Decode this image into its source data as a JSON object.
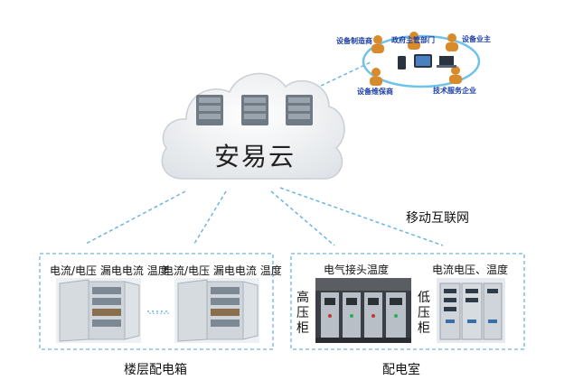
{
  "cloud": {
    "title": "安易云"
  },
  "network": {
    "label": "移动互联网"
  },
  "stakeholders": {
    "manufacturer": "设备制造商",
    "government": "政府主管部门",
    "owner": "设备业主",
    "maintenance": "设备维保商",
    "tech_service": "技术服务企业"
  },
  "floor_box": {
    "caption": "楼层配电箱",
    "cabinet_labels": [
      [
        "电流/电压",
        "漏电电流",
        "温度"
      ],
      [
        "电流/电压",
        "漏电电流",
        "温度"
      ]
    ],
    "ellipsis": "……"
  },
  "room": {
    "caption": "配电室",
    "high_voltage": "高压柜",
    "high_label": "电气接头温度",
    "low_voltage": "低压柜",
    "low_label": "电流电压、温度"
  },
  "colors": {
    "dash": "#6fb4e0",
    "ring": "#6fc3ea",
    "cloud_fill": "#f2f4f6",
    "stakeholder_text": "#1c3ea6"
  }
}
